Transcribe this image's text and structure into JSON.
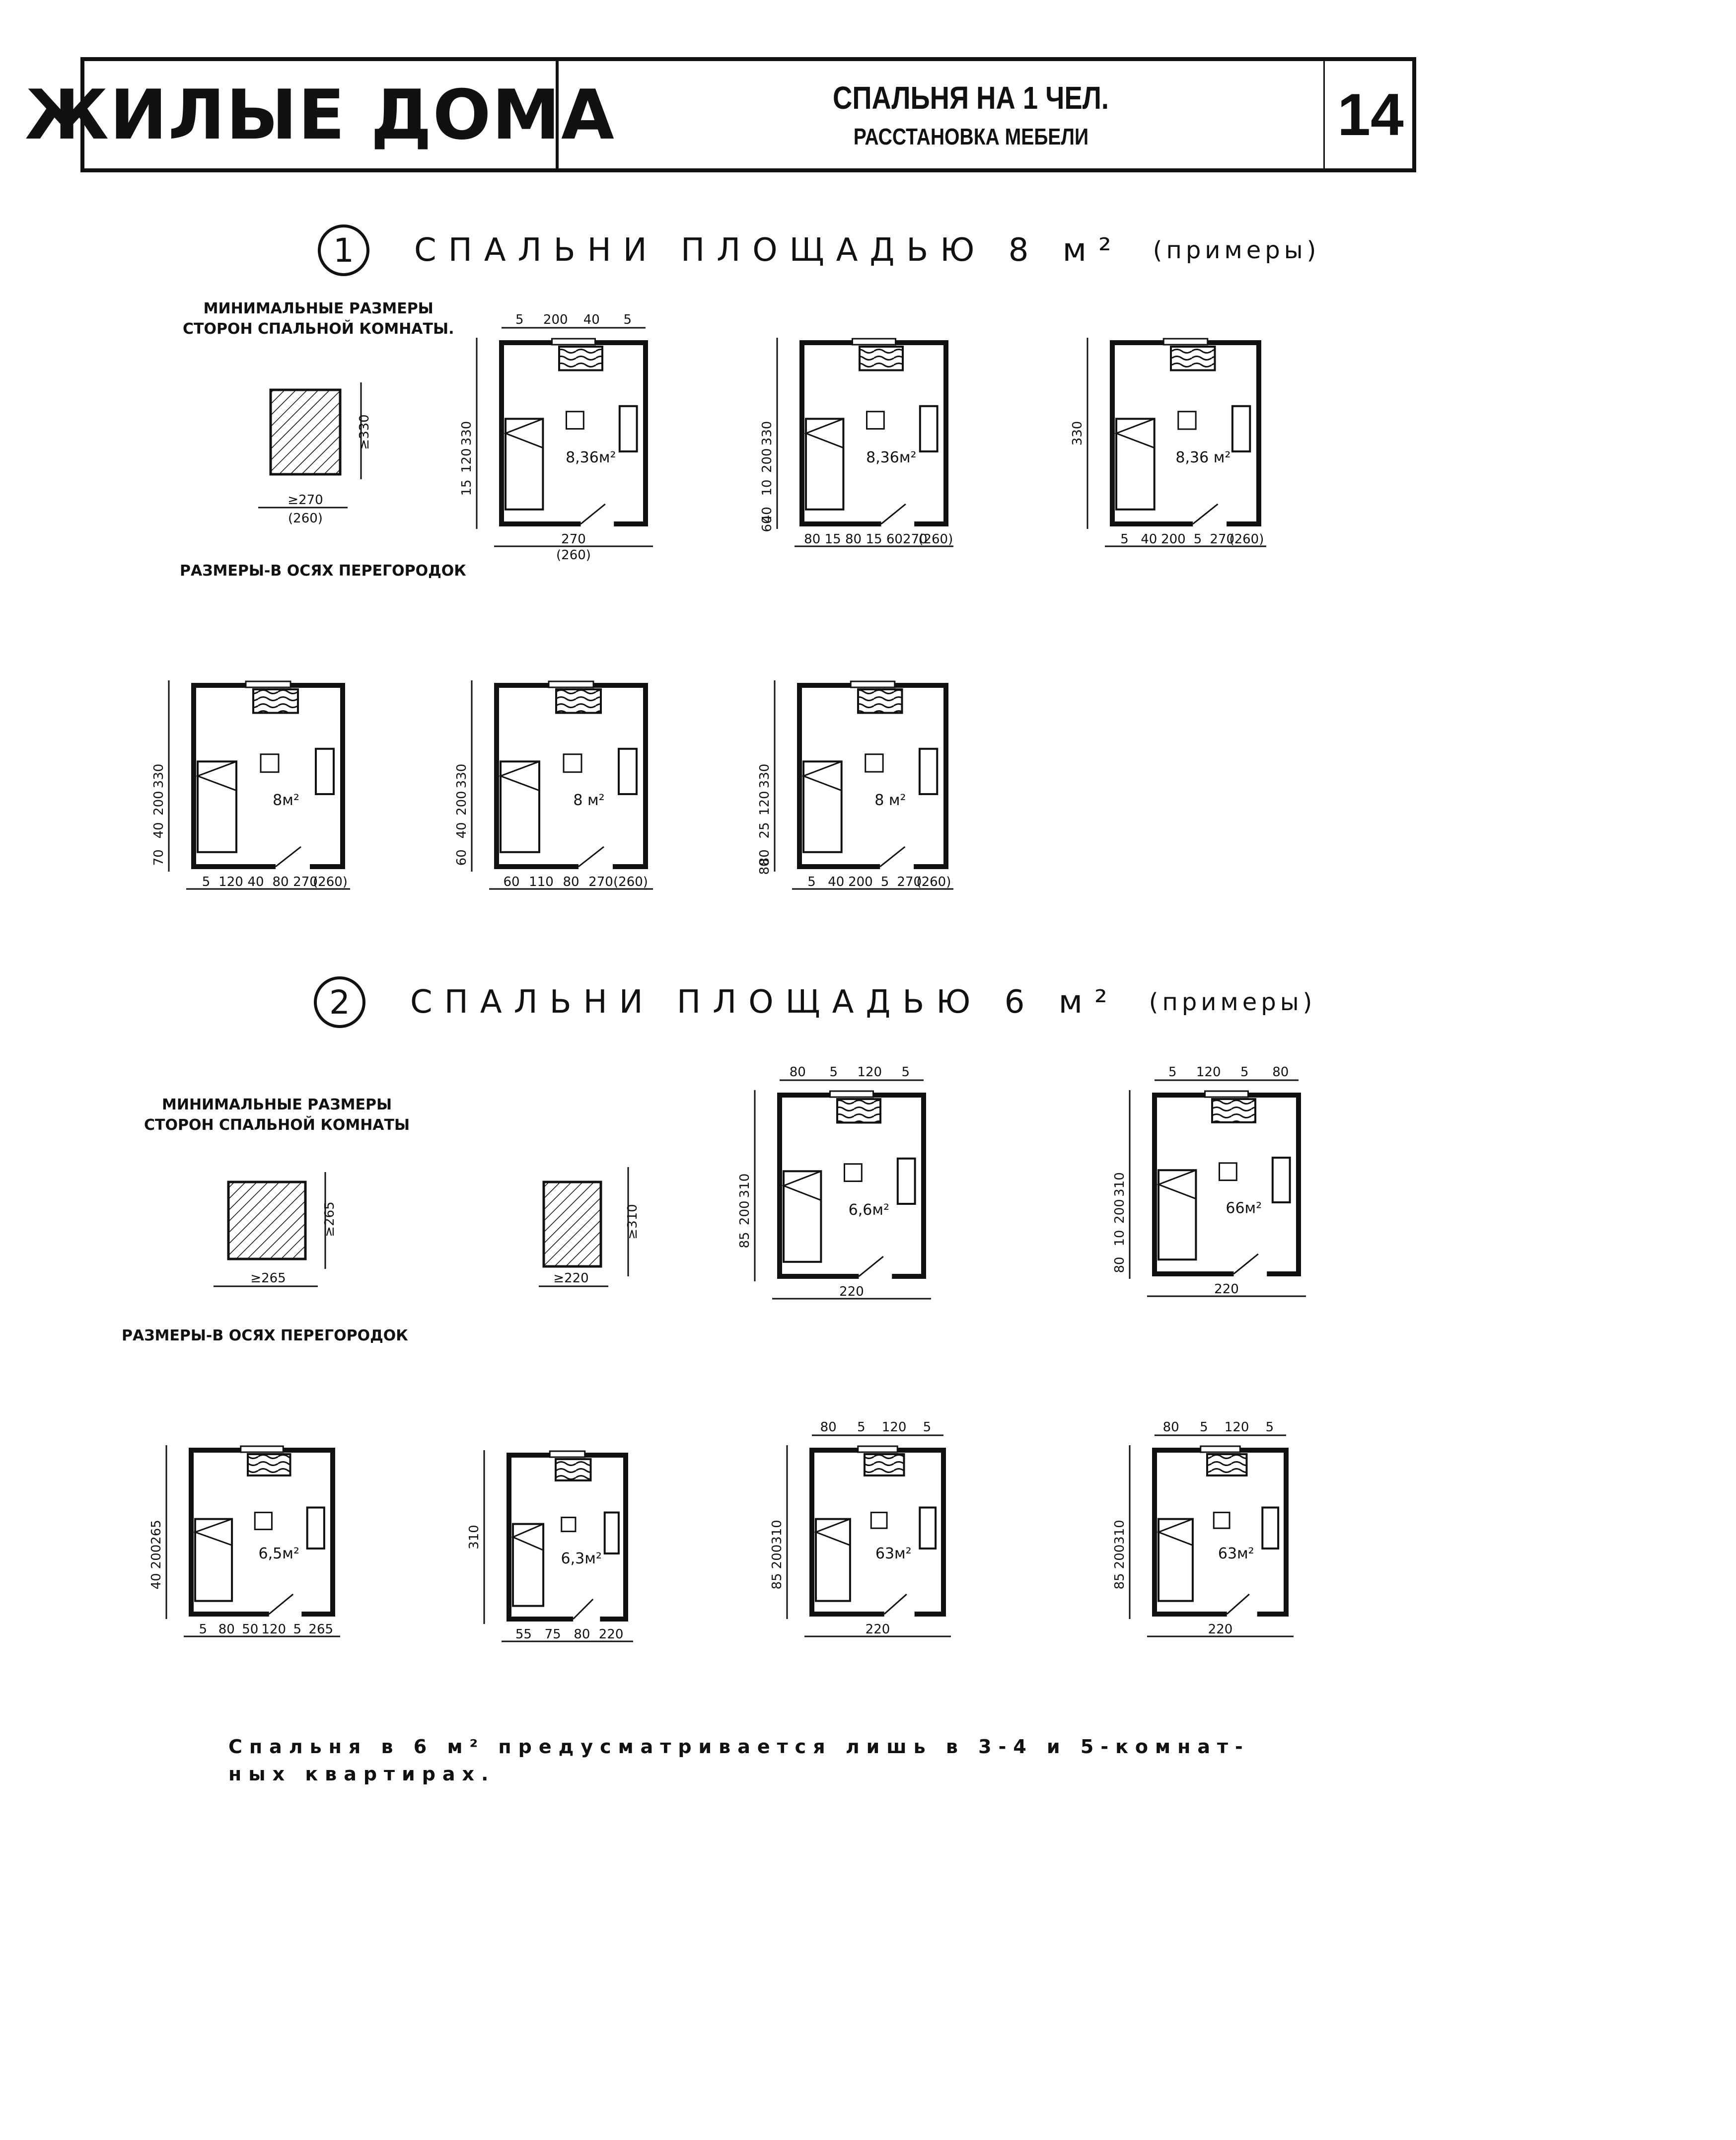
{
  "header": {
    "title": "ЖИЛЫЕ ДОМА",
    "subtitle1": "СПАЛЬНЯ НА 1 ЧЕЛ.",
    "subtitle2": "РАССТАНОВКА МЕБЕЛИ",
    "page_number": "14"
  },
  "section1": {
    "number": "1",
    "title": "СПАЛЬНИ ПЛОЩАДЬЮ 8 м²",
    "note": "(примеры)",
    "min_caption": [
      "МИНИМАЛЬНЫЕ РАЗМЕРЫ",
      "СТОРОН СПАЛЬНОЙ КОМНАТЫ."
    ],
    "axes_caption": "РАЗМЕРЫ-В ОСЯХ ПЕРЕГОРОДОК",
    "min_dims": {
      "w": "≥270",
      "w2": "(260)",
      "h": "≥330"
    }
  },
  "section2": {
    "number": "2",
    "title": "СПАЛЬНИ ПЛОЩАДЬЮ 6 м²",
    "note": "(примеры)",
    "min_caption": [
      "МИНИМАЛЬНЫЕ РАЗМЕРЫ",
      "СТОРОН СПАЛЬНОЙ КОМНАТЫ"
    ],
    "axes_caption": "РАЗМЕРЫ-В ОСЯХ ПЕРЕГОРОДОК",
    "min_dims_a": {
      "w": "≥265",
      "h": "≥265"
    },
    "min_dims_b": {
      "w": "≥220",
      "h": "≥310"
    }
  },
  "footnote": [
    "Спальня в 6 м² предусматривается лишь в 3-4 и 5-комнат-",
    "ных квартирах."
  ],
  "plans": [
    {
      "area": "8,36м²",
      "bottom": [
        "270",
        "(260)"
      ],
      "side": [
        "330",
        "120",
        "15"
      ],
      "top": [
        "5",
        "200",
        "40",
        "5"
      ]
    },
    {
      "area": "8,36м²",
      "bottom": [
        "80",
        "15",
        "80",
        "15",
        "60",
        "270",
        "(260)"
      ],
      "side": [
        "330",
        "200",
        "10",
        "40",
        "60"
      ]
    },
    {
      "area": "8,36 м²",
      "bottom": [
        "5",
        "40",
        "200",
        "5",
        "270",
        "(260)"
      ],
      "side": [
        "330"
      ]
    },
    {
      "area": "8м²",
      "bottom": [
        "5",
        "120",
        "40",
        "80",
        "270",
        "(260)"
      ],
      "side": [
        "330",
        "200",
        "40",
        "70"
      ]
    },
    {
      "area": "8 м²",
      "bottom": [
        "60",
        "110",
        "80",
        "270",
        "(260)"
      ],
      "side": [
        "330",
        "200",
        "40",
        "60"
      ]
    },
    {
      "area": "8 м²",
      "bottom": [
        "5",
        "40",
        "200",
        "5",
        "270",
        "(260)"
      ],
      "side": [
        "330",
        "120",
        "25",
        "80",
        "80"
      ]
    },
    {
      "area": "6,6м²",
      "bottom": [
        "220"
      ],
      "top": [
        "80",
        "5",
        "120",
        "5"
      ],
      "side": [
        "310",
        "200",
        "85"
      ]
    },
    {
      "area": "66м²",
      "bottom": [
        "220"
      ],
      "top": [
        "5",
        "120",
        "5",
        "80"
      ],
      "side": [
        "310",
        "200",
        "10",
        "80"
      ]
    },
    {
      "area": "6,5м²",
      "bottom": [
        "5",
        "80",
        "50",
        "120",
        "5",
        "265"
      ],
      "side": [
        "265",
        "200",
        "40"
      ]
    },
    {
      "area": "6,3м²",
      "bottom": [
        "55",
        "75",
        "80",
        "220"
      ],
      "side": [
        "310"
      ]
    },
    {
      "area": "63м²",
      "bottom": [
        "220"
      ],
      "top": [
        "80",
        "5",
        "120",
        "5"
      ],
      "side": [
        "310",
        "200",
        "85"
      ]
    },
    {
      "area": "63м²",
      "bottom": [
        "220"
      ],
      "top": [
        "80",
        "5",
        "120",
        "5"
      ],
      "side": [
        "310",
        "200",
        "85"
      ]
    }
  ]
}
